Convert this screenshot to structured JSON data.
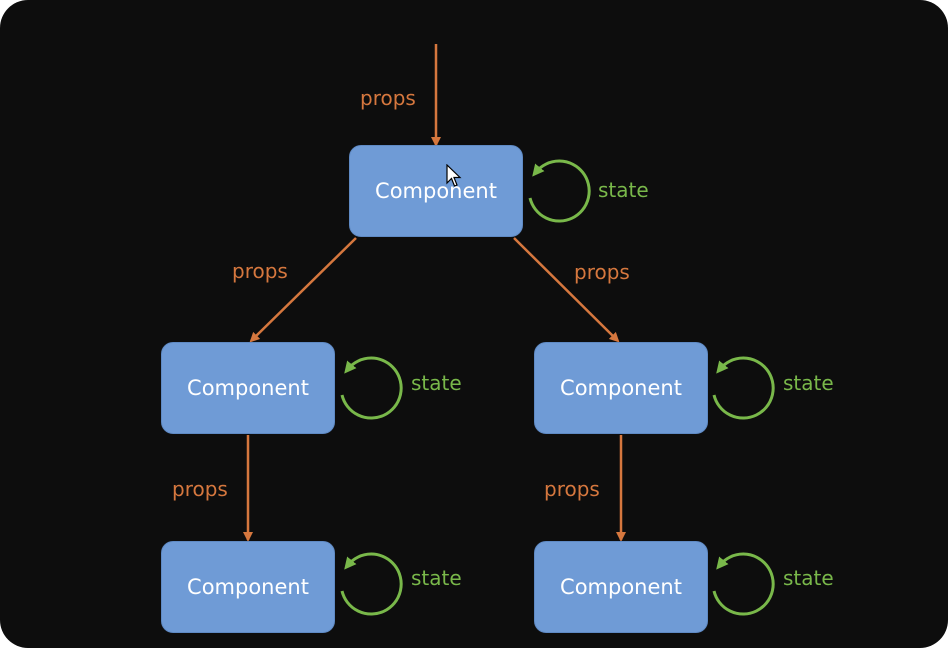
{
  "diagram": {
    "nodes": [
      {
        "id": "root",
        "label": "Component"
      },
      {
        "id": "mid-left",
        "label": "Component"
      },
      {
        "id": "mid-right",
        "label": "Component"
      },
      {
        "id": "bottom-left",
        "label": "Component"
      },
      {
        "id": "bottom-right",
        "label": "Component"
      }
    ],
    "props_labels": [
      "props",
      "props",
      "props",
      "props",
      "props"
    ],
    "state_labels": [
      "state",
      "state",
      "state",
      "state",
      "state"
    ],
    "colors": {
      "background": "#0d0d0d",
      "node": "#6f9bd6",
      "props": "#d5773e",
      "state": "#79b84a"
    }
  }
}
